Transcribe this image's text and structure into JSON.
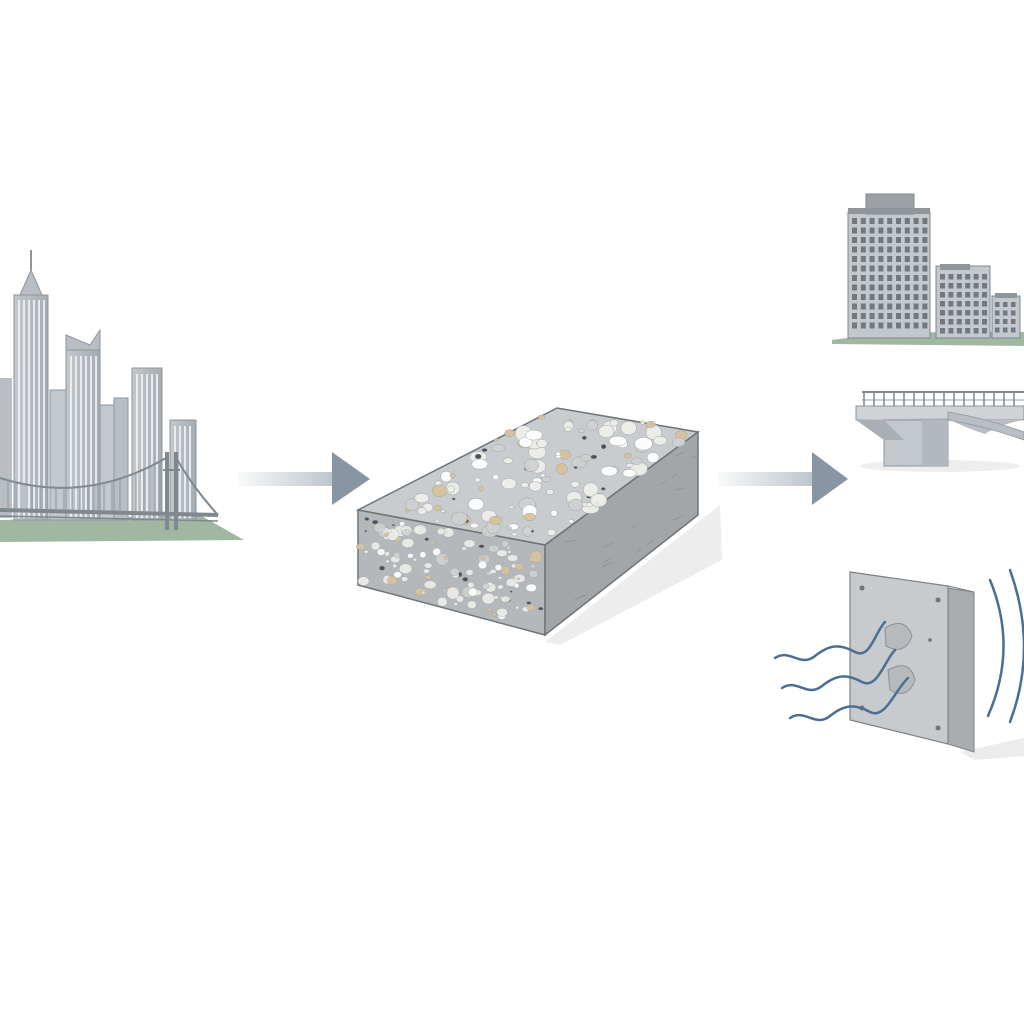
{
  "diagram": {
    "nodes": [
      {
        "id": "city-skyline",
        "role": "source",
        "icon": "city-skyline-with-suspension-bridge-icon"
      },
      {
        "id": "concrete-block",
        "role": "material",
        "icon": "aggregate-concrete-block-icon"
      },
      {
        "id": "buildings",
        "role": "application",
        "icon": "buildings-icon"
      },
      {
        "id": "bridge",
        "role": "application",
        "icon": "bridge-icon"
      },
      {
        "id": "sound-panel",
        "role": "application",
        "icon": "acoustic-panel-icon"
      }
    ],
    "edges": [
      {
        "from": "city-skyline",
        "to": "concrete-block"
      },
      {
        "from": "concrete-block",
        "to": "applications"
      }
    ]
  },
  "colors": {
    "background": "#ffffff",
    "arrow": "#8796a2",
    "building": "#b8bec3",
    "building_dark": "#8e969c",
    "window": "#eef1f3",
    "grass": "#8faa92",
    "concrete_top": "#c9ccce",
    "concrete_front": "#b5b8bb",
    "concrete_side": "#a3a6a8",
    "aggregate_light": "#eeeeea",
    "aggregate_tan": "#d8c29a",
    "aggregate_dark": "#3e4a55",
    "wave": "#4b6f93",
    "panel": "#c8cbce",
    "panel_side": "#a9acaf"
  }
}
